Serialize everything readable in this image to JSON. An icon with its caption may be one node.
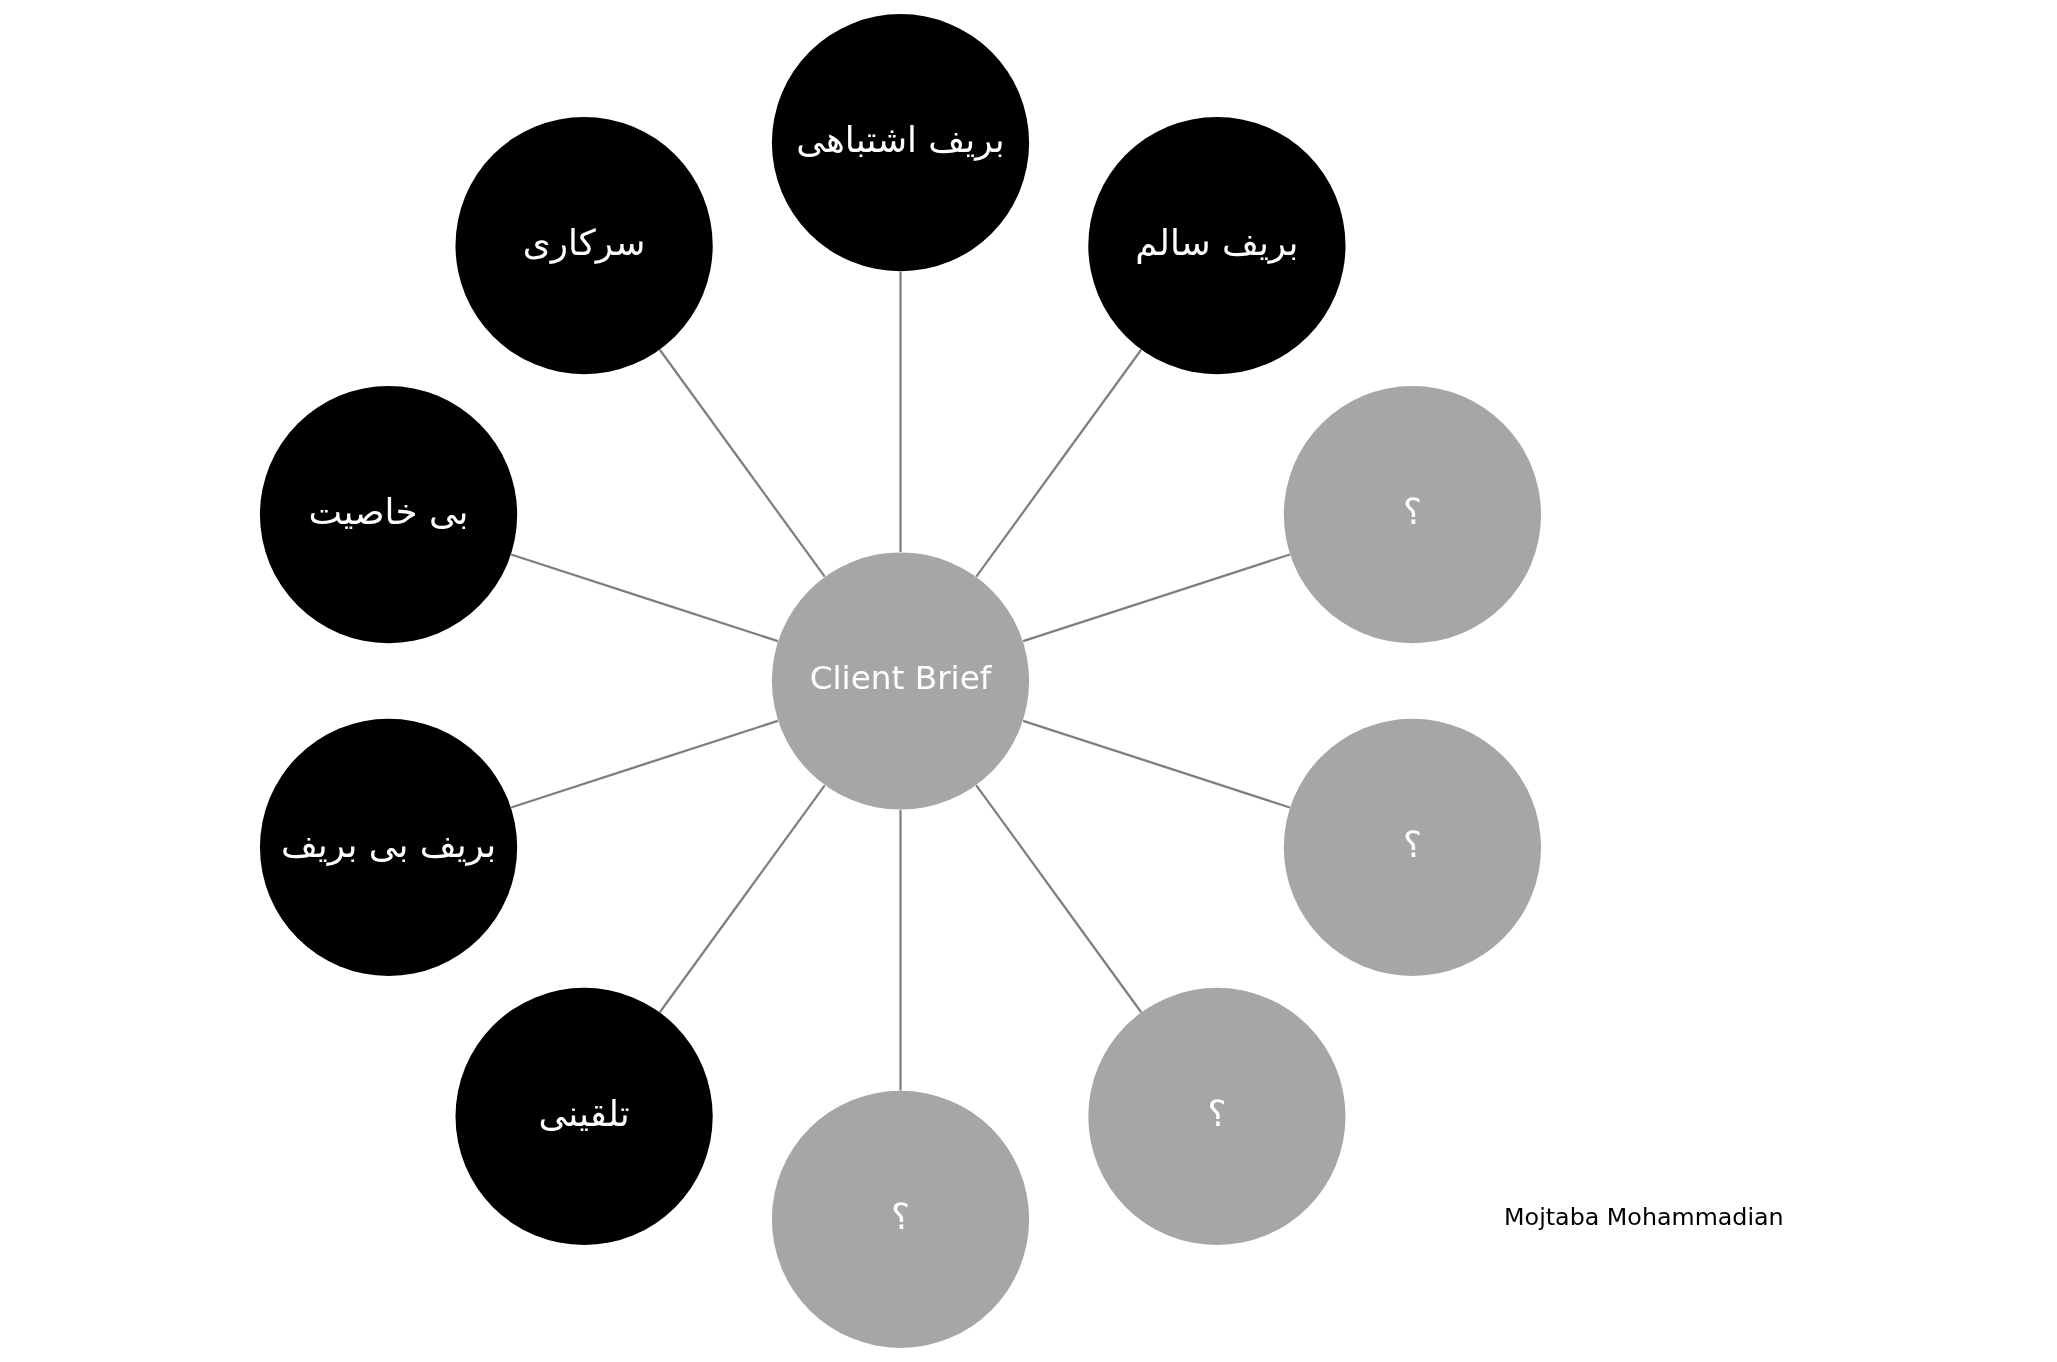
{
  "diagram": {
    "nodes": [
      {
        "text": [
          "Client Brief"
        ]
      },
      {
        "text": [
          "؟"
        ]
      },
      {
        "text": [
          "بریف سالم"
        ]
      },
      {
        "text": [
          "بریف اشتباهی"
        ]
      },
      {
        "text": [
          "سرکاری"
        ]
      },
      {
        "text": [
          "بی خاصیت"
        ]
      },
      {
        "text": [
          "بریف بی بریف"
        ]
      },
      {
        "text": [
          "تلقینی"
        ]
      },
      {
        "text": [
          "؟"
        ]
      },
      {
        "text": [
          "؟"
        ]
      },
      {
        "text": [
          "؟"
        ]
      }
    ],
    "edges": [
      {
        "from": 0,
        "to": 1,
        "arrow": "none"
      },
      {
        "from": 0,
        "to": 2,
        "arrow": "none"
      },
      {
        "from": 0,
        "to": 3,
        "arrow": "none"
      },
      {
        "from": 0,
        "to": 4,
        "arrow": "none"
      },
      {
        "from": 0,
        "to": 5,
        "arrow": "none"
      },
      {
        "from": 0,
        "to": 6,
        "arrow": "none"
      },
      {
        "from": 0,
        "to": 7,
        "arrow": "none"
      },
      {
        "from": 0,
        "to": 8,
        "arrow": "none"
      },
      {
        "from": 0,
        "to": 9,
        "arrow": "none"
      },
      {
        "from": 0,
        "to": 10,
        "arrow": "none"
      }
    ],
    "labels": [
      "Mojtaba Mohammadian"
    ]
  }
}
